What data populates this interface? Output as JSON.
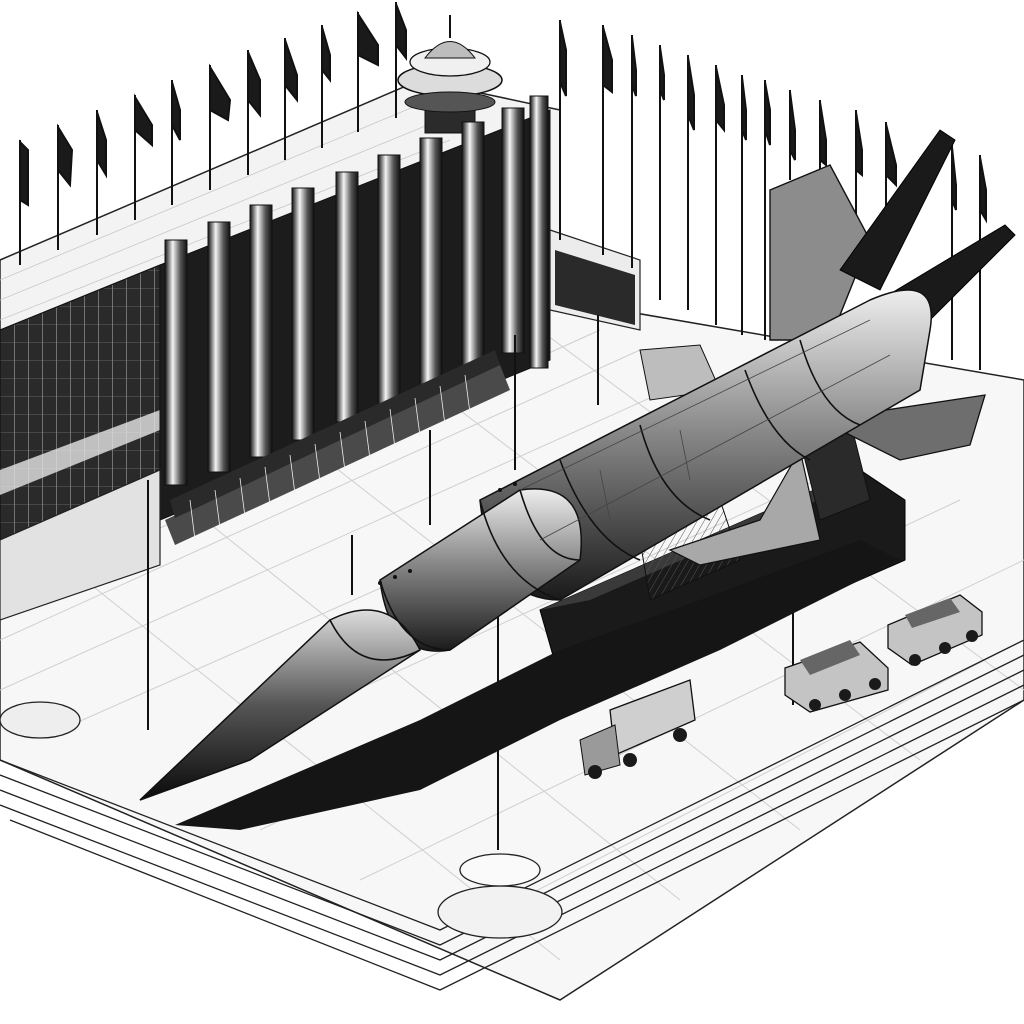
{
  "scene": {
    "style": "black-and-white ink illustration",
    "palette": {
      "ink": "#111111",
      "paper": "#ffffff",
      "shade": "#9a9a9a",
      "light_shade": "#d9d9d9"
    }
  },
  "objects": {
    "building": "building",
    "colonnade": "colonnade",
    "domed_tower": "domed-tower",
    "flagpoles": "flagpoles",
    "troop_formation": "troop-formation",
    "missile": "missile",
    "missile_stand": "missile-stand",
    "military_vehicles": "military-vehicles",
    "plaza": "plaza",
    "lamp_posts": "lamp-posts",
    "steps": "steps"
  }
}
